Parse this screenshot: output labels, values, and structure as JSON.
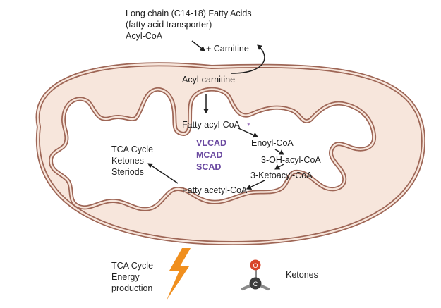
{
  "top_labels": {
    "line1": "Long chain (C14-18) Fatty Acids",
    "line2": "(fatty acid transporter)",
    "line3": "Acyl-CoA",
    "carnitine": "+ Carnitine",
    "acyl_carnitine": "Acyl-carnitine"
  },
  "matrix": {
    "fatty_acyl_coa": "Fatty acyl-CoA",
    "star": "*",
    "enoyl_coa": "Enoyl-CoA",
    "oh_acyl_coa": "3-OH-acyl-CoA",
    "ketoacyl_coa": "3-Ketoacyl-CoA",
    "fatty_acetyl_coa": "Fatty acetyl-CoA",
    "enzymes": [
      "VLCAD",
      "MCAD",
      "SCAD"
    ],
    "outputs": [
      "TCA Cycle",
      "Ketones",
      "Steriods"
    ]
  },
  "bottom": {
    "energy_lines": [
      "TCA Cycle",
      "Energy",
      "production"
    ],
    "ketones": "Ketones",
    "molecule_atoms": {
      "top": "O",
      "center": "C"
    }
  },
  "colors": {
    "membrane_fill": "#f7e6dc",
    "membrane_stroke": "#9e6656",
    "enzyme_text": "#6b4aa1",
    "lightning": "#f08f1e",
    "oxygen": "#d8452b",
    "carbon": "#3d3d3d"
  }
}
